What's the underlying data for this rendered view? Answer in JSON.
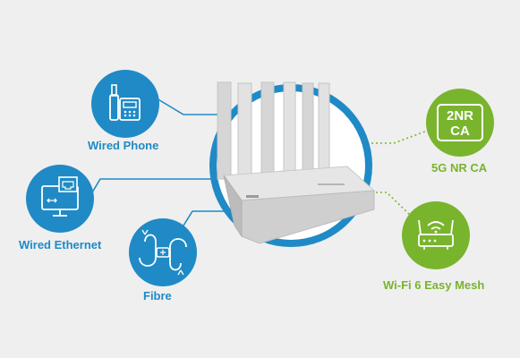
{
  "features": {
    "wired_phone": {
      "label": "Wired Phone",
      "icon": "phone-icon"
    },
    "wired_ethernet": {
      "label": "Wired Ethernet",
      "icon": "ethernet-icon"
    },
    "fibre": {
      "label": "Fibre",
      "icon": "fibre-icon"
    },
    "nr_ca": {
      "label": "5G NR CA",
      "badge_line1": "2NR",
      "badge_line2": "CA",
      "icon": "nr-ca-icon"
    },
    "wifi_mesh": {
      "label": "Wi-Fi 6 Easy Mesh",
      "icon": "wifi-router-icon"
    }
  },
  "colors": {
    "blue": "#1f8ac6",
    "green": "#79b42d",
    "background": "#efefef",
    "router": "#dcdcdc"
  }
}
